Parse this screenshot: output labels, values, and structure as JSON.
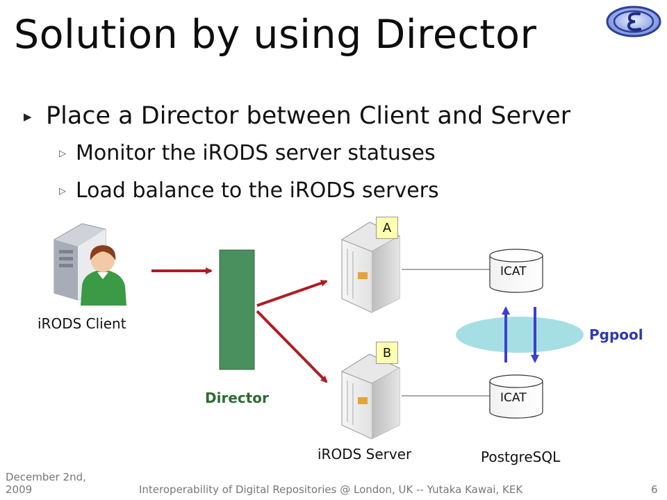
{
  "slide": {
    "title": "Solution by using Director",
    "bullets": [
      {
        "level": 1,
        "text": "Place a Director between Client and Server"
      },
      {
        "level": 2,
        "text": "Monitor the iRODS server statuses"
      },
      {
        "level": 2,
        "text": "Load balance to the iRODS servers"
      }
    ]
  },
  "diagram": {
    "client_label": "iRODS Client",
    "director_label": "Director",
    "server_a_badge": "A",
    "server_b_badge": "B",
    "server_label": "iRODS Server",
    "icat_top_label": "ICAT",
    "icat_bottom_label": "ICAT",
    "pgpool_label": "Pgpool",
    "postgresql_label": "PostgreSQL"
  },
  "footer": {
    "date_line1": "December 2nd,",
    "date_line2": "2009",
    "center_text": "Interoperability of Digital Repositories @ London, UK -- Yutaka Kawai, KEK",
    "page_number": "6"
  },
  "colors": {
    "arrow_red": "#b01c22",
    "director_green": "#4a8f5e",
    "director_label": "#2e6b33",
    "pgpool_label": "#2d3bb0",
    "pgpool_ellipse": "#a6dfe3",
    "sync_arrow_blue": "#3d3fd0"
  },
  "icons": {
    "logo": "kek-logo-icon",
    "client": "client-workstation-icon",
    "server": "server-tower-icon",
    "database": "database-cylinder-icon"
  }
}
